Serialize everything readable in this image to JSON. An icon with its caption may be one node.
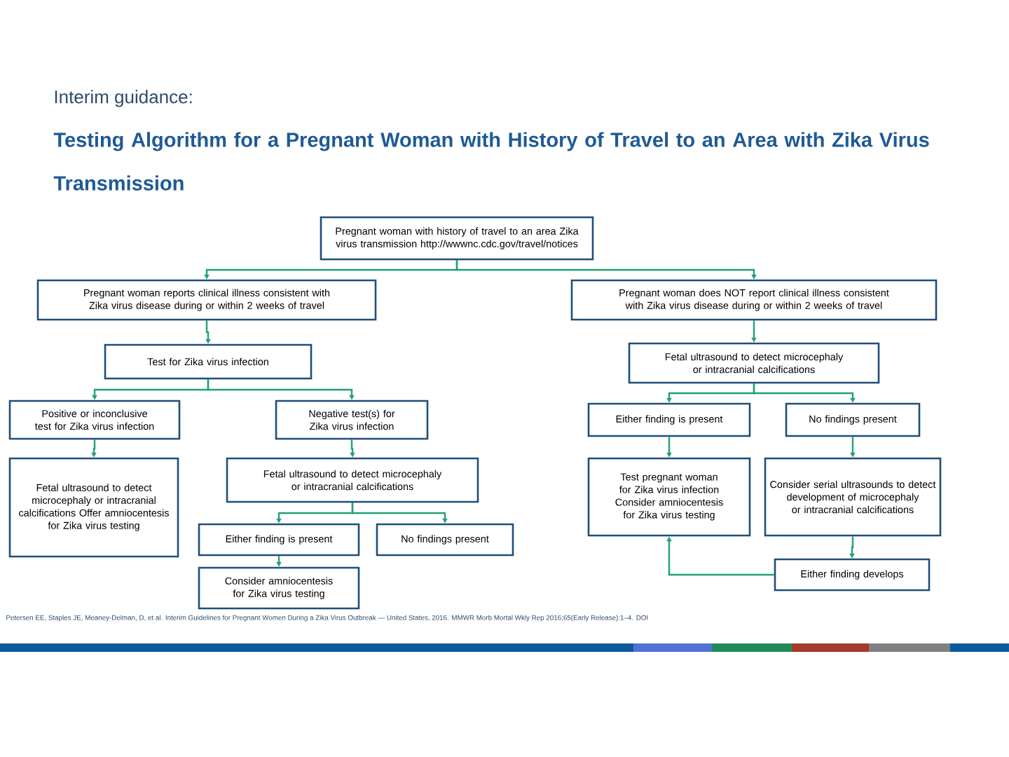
{
  "diagram": {
    "title": "Testing Algorithm for a Pregnant Woman with History of Travel to an Area with Zika Virus Transmission",
    "caption": "Petersen EE, Staples JE, Meaney-Delman, D, et al. Interim Guidelines for Pregnant Women During a Zika Virus Outbreak — United States, 2016. MMWR Morb Mortal Wkly Rep 2016;65(Early Release):1–4. DOI",
    "labels": [
      "Interim guidance:"
    ],
    "nodes": [
      {
        "text": [
          "Pregnant woman with history of travel to an area Zika virus transmission http://wwwnc.cdc.gov/travel/notices"
        ]
      },
      {
        "text": [
          "Pregnant woman reports clinical illness consistent with Zika virus disease during or within 2 weeks of travel"
        ]
      },
      {
        "text": [
          "Pregnant woman does NOT report clinical illness consistent with Zika virus disease during or within 2 weeks of travel"
        ]
      },
      {
        "text": [
          "Test for Zika virus infection"
        ]
      },
      {
        "text": [
          "Fetal ultrasound to detect microcephaly or intracranial calcifications"
        ]
      },
      {
        "text": [
          "Positive or inconclusive test for Zika virus infection"
        ]
      },
      {
        "text": [
          "Negative test(s) for Zika virus infection"
        ]
      },
      {
        "text": [
          "Either finding is present"
        ]
      },
      {
        "text": [
          "No findings present"
        ]
      },
      {
        "text": [
          "Fetal ultrasound to detect microcephaly or intracranial calcifications Offer amniocentesis for Zika virus testing"
        ]
      },
      {
        "text": [
          "Fetal ultrasound to detect microcephaly or intracranial calcifications"
        ]
      },
      {
        "text": [
          "Test pregnant woman for Zika virus infection Consider amniocentesis for Zika virus testing"
        ]
      },
      {
        "text": [
          "Consider serial ultrasounds to detect development of microcephaly or intracranial calcifications"
        ]
      },
      {
        "text": [
          "Either finding is present"
        ]
      },
      {
        "text": [
          "No findings present"
        ]
      },
      {
        "text": [
          "Consider amniocentesis for Zika virus testing"
        ]
      },
      {
        "text": [
          "Either finding develops"
        ]
      }
    ],
    "edges": [
      {
        "from": 0,
        "to": 1,
        "arrow": "to"
      },
      {
        "from": 0,
        "to": 2,
        "arrow": "to"
      },
      {
        "from": 1,
        "to": 3,
        "arrow": "to"
      },
      {
        "from": 3,
        "to": 5,
        "arrow": "to"
      },
      {
        "from": 3,
        "to": 6,
        "arrow": "to"
      },
      {
        "from": 5,
        "to": 9,
        "arrow": "to"
      },
      {
        "from": 6,
        "to": 10,
        "arrow": "to"
      },
      {
        "from": 10,
        "to": 13,
        "arrow": "to"
      },
      {
        "from": 10,
        "to": 14,
        "arrow": "to"
      },
      {
        "from": 13,
        "to": 15,
        "arrow": "to"
      },
      {
        "from": 2,
        "to": 4,
        "arrow": "to"
      },
      {
        "from": 4,
        "to": 7,
        "arrow": "to"
      },
      {
        "from": 4,
        "to": 8,
        "arrow": "to"
      },
      {
        "from": 7,
        "to": 11,
        "arrow": "to"
      },
      {
        "from": 8,
        "to": 12,
        "arrow": "to"
      },
      {
        "from": 12,
        "to": 16,
        "arrow": "to"
      },
      {
        "from": 16,
        "to": 11,
        "arrow": "to"
      }
    ]
  }
}
